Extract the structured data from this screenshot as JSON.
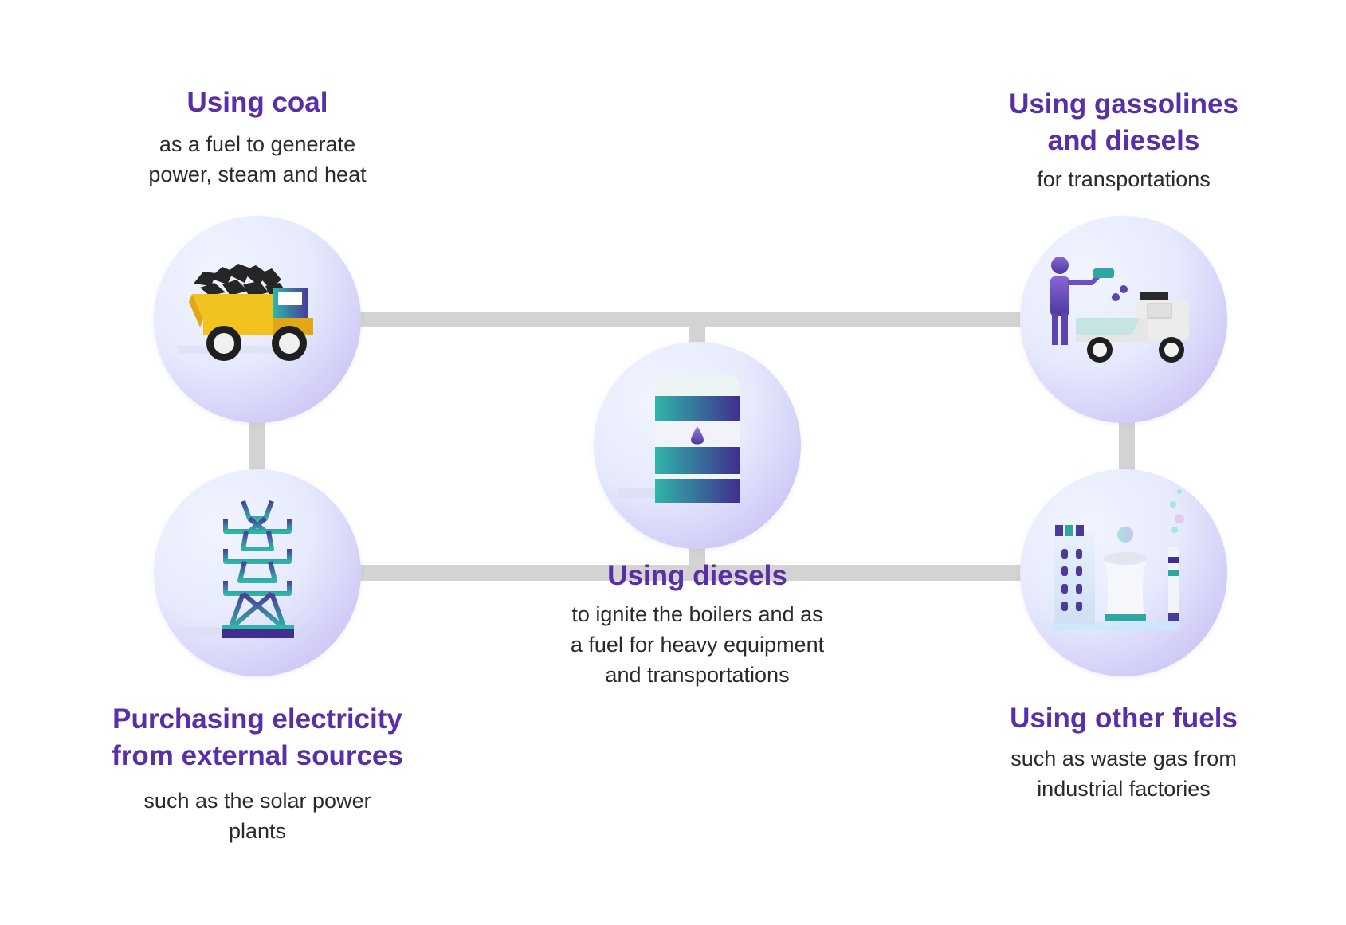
{
  "colors": {
    "title": "#5a2ea6",
    "text": "#2a2a2a",
    "connector": "#d3d3d3",
    "accent_purple": "#4c3a98",
    "accent_teal": "#2fa7a0",
    "truck_yellow": "#f2c21f"
  },
  "diagram": {
    "coal": {
      "icon": "coal-truck-icon",
      "title": "Using coal",
      "desc_lines": [
        "as a fuel to generate",
        "power, steam and heat"
      ]
    },
    "gasoline": {
      "icon": "fuel-pump-truck-icon",
      "title_lines": [
        "Using gassolines",
        "and diesels"
      ],
      "desc": "for transportations"
    },
    "diesel": {
      "icon": "oil-barrel-icon",
      "title": "Using diesels",
      "desc_lines": [
        "to ignite the boilers and as",
        "a fuel for heavy equipment",
        "and transportations"
      ]
    },
    "electricity": {
      "icon": "power-tower-icon",
      "title_lines": [
        "Purchasing electricity",
        "from external sources"
      ],
      "desc_lines": [
        "such as the solar power",
        "plants"
      ]
    },
    "other": {
      "icon": "factory-icon",
      "title": "Using other fuels",
      "desc_lines": [
        "such as waste gas from",
        "industrial factories"
      ]
    }
  }
}
